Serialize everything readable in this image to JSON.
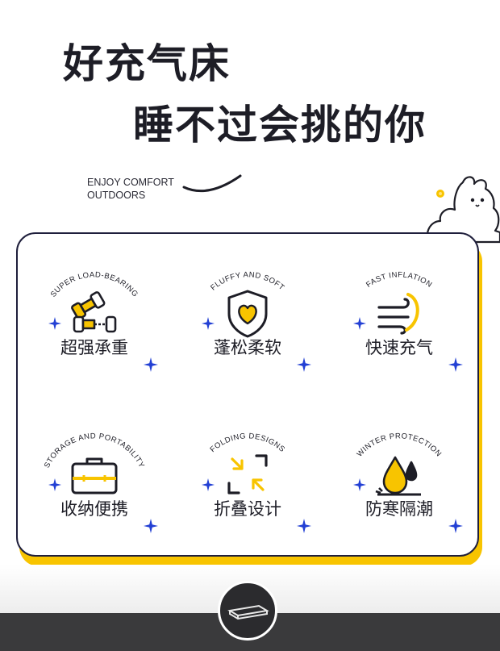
{
  "headline": {
    "line1": "好充气床",
    "line2": "睡不过会挑的你"
  },
  "tagline": {
    "line1": "ENJOY COMFORT",
    "line2": "OUTDOORS"
  },
  "colors": {
    "accent_yellow": "#f8c400",
    "dark_navy": "#1f1f3c",
    "star_blue": "#2340d4"
  },
  "features": [
    {
      "arc_text": "SUPER LOAD-BEARING",
      "label": "超强承重",
      "icon": "dumbbell-icon"
    },
    {
      "arc_text": "FLUFFY AND SOFT",
      "label": "蓬松柔软",
      "icon": "heart-shield-icon"
    },
    {
      "arc_text": "FAST INFLATION",
      "label": "快速充气",
      "icon": "wind-icon"
    },
    {
      "arc_text": "STORAGE AND PORTABILITY",
      "label": "收纳便携",
      "icon": "briefcase-icon"
    },
    {
      "arc_text": "FOLDING DESIGNS",
      "label": "折叠设计",
      "icon": "fold-arrows-icon"
    },
    {
      "arc_text": "WINTER PROTECTION",
      "label": "防寒隔潮",
      "icon": "water-drops-icon"
    }
  ]
}
